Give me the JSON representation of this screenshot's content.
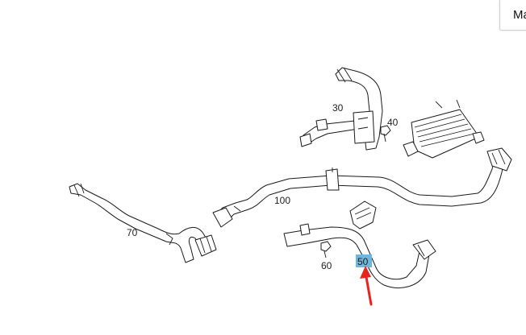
{
  "corner_button": {
    "label": "Ma"
  },
  "diagram": {
    "callouts": [
      "30",
      "40",
      "100",
      "70",
      "60",
      "50"
    ],
    "highlighted_callout": "50",
    "arrow_color": "#e8231f",
    "highlight_color": "#6fb6dd"
  }
}
